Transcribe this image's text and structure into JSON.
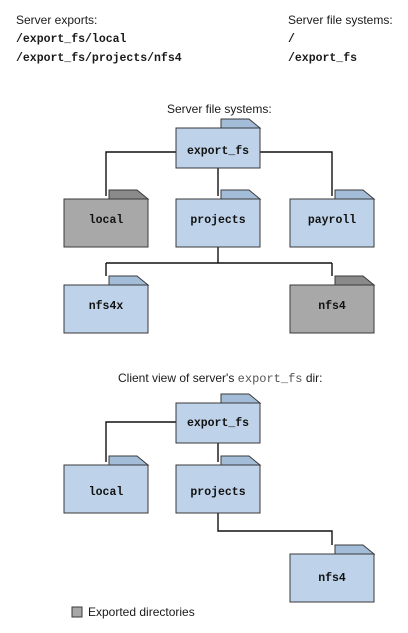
{
  "colors": {
    "exported": "#a8a8a8",
    "exported_dark": "#8a8a8a",
    "normal": "#bed3ea",
    "normal_dark": "#a3bcd8",
    "stroke": "#3a3a3a",
    "line": "#111111"
  },
  "header": {
    "left_title": "Server exports:",
    "left_items": [
      "/export_fs/local",
      "/export_fs/projects/nfs4"
    ],
    "right_title": "Server file systems:",
    "right_items": [
      "/",
      "/export_fs"
    ]
  },
  "server_tree": {
    "title": "Server file systems:",
    "root": "export_fs",
    "level1": [
      "local",
      "projects",
      "payroll"
    ],
    "level2": [
      "nfs4x",
      "nfs4"
    ],
    "exported": [
      "local",
      "nfs4"
    ]
  },
  "client_tree": {
    "title_prefix": "Client view of server's ",
    "title_code": "export_fs",
    "title_suffix": " dir:",
    "root": "export_fs",
    "level1": [
      "local",
      "projects"
    ],
    "level2": [
      "nfs4"
    ]
  },
  "legend": {
    "label": "Exported directories"
  }
}
